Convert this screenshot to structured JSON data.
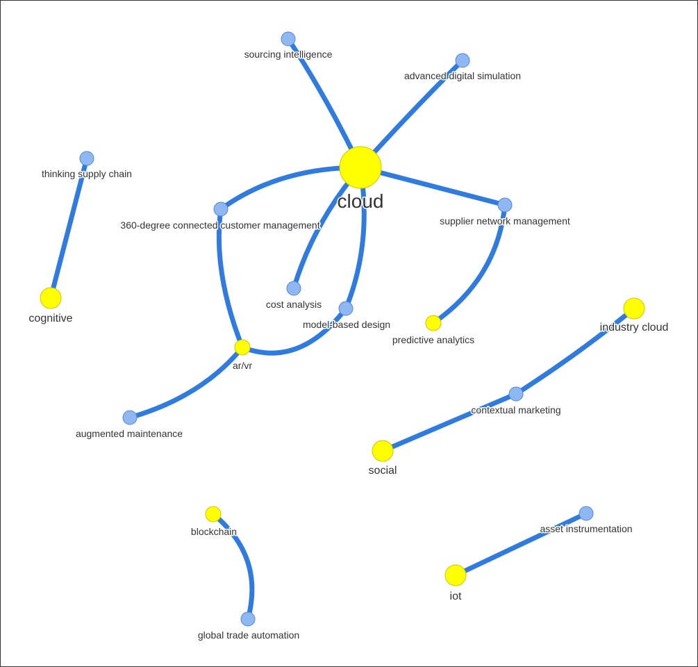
{
  "colors": {
    "edge": "#2f7be0",
    "hub_fill": "#ffff00",
    "hub_stroke": "#d4c200",
    "leaf_fill": "#8fb8f2",
    "leaf_stroke": "#4f86d9",
    "label": "#333333"
  },
  "nodes": [
    {
      "id": "cloud",
      "label": "cloud",
      "kind": "hub-large"
    },
    {
      "id": "cognitive",
      "label": "cognitive",
      "kind": "hub"
    },
    {
      "id": "social",
      "label": "social",
      "kind": "hub"
    },
    {
      "id": "iot",
      "label": "iot",
      "kind": "hub"
    },
    {
      "id": "industry_cloud",
      "label": "industry cloud",
      "kind": "hub"
    },
    {
      "id": "blockchain",
      "label": "blockchain",
      "kind": "hub-small"
    },
    {
      "id": "arvr",
      "label": "ar/vr",
      "kind": "hub-small"
    },
    {
      "id": "predictive_analytics",
      "label": "predictive analytics",
      "kind": "hub-small"
    },
    {
      "id": "sourcing_intelligence",
      "label": "sourcing intelligence",
      "kind": "leaf"
    },
    {
      "id": "advanced_digital_simulation",
      "label": "advanced digital simulation",
      "kind": "leaf"
    },
    {
      "id": "thinking_supply_chain",
      "label": "thinking supply chain",
      "kind": "leaf"
    },
    {
      "id": "customer_mgmt",
      "label": "360-degree connected customer management",
      "kind": "leaf"
    },
    {
      "id": "supplier_network",
      "label": "supplier network management",
      "kind": "leaf"
    },
    {
      "id": "cost_analysis",
      "label": "cost analysis",
      "kind": "leaf"
    },
    {
      "id": "model_based_design",
      "label": "model-based design",
      "kind": "leaf"
    },
    {
      "id": "augmented_maintenance",
      "label": "augmented maintenance",
      "kind": "leaf"
    },
    {
      "id": "contextual_marketing",
      "label": "contextual marketing",
      "kind": "leaf"
    },
    {
      "id": "asset_instrumentation",
      "label": "asset instrumentation",
      "kind": "leaf"
    },
    {
      "id": "global_trade_automation",
      "label": "global trade automation",
      "kind": "leaf"
    }
  ],
  "edges": [
    {
      "from": "cloud",
      "to": "sourcing_intelligence"
    },
    {
      "from": "cloud",
      "to": "advanced_digital_simulation"
    },
    {
      "from": "cloud",
      "to": "customer_mgmt"
    },
    {
      "from": "cloud",
      "to": "supplier_network"
    },
    {
      "from": "cloud",
      "to": "cost_analysis"
    },
    {
      "from": "cloud",
      "to": "model_based_design"
    },
    {
      "from": "customer_mgmt",
      "to": "arvr"
    },
    {
      "from": "model_based_design",
      "to": "arvr"
    },
    {
      "from": "arvr",
      "to": "augmented_maintenance"
    },
    {
      "from": "supplier_network",
      "to": "predictive_analytics"
    },
    {
      "from": "cognitive",
      "to": "thinking_supply_chain"
    },
    {
      "from": "industry_cloud",
      "to": "contextual_marketing"
    },
    {
      "from": "contextual_marketing",
      "to": "social"
    },
    {
      "from": "iot",
      "to": "asset_instrumentation"
    },
    {
      "from": "blockchain",
      "to": "global_trade_automation"
    }
  ]
}
